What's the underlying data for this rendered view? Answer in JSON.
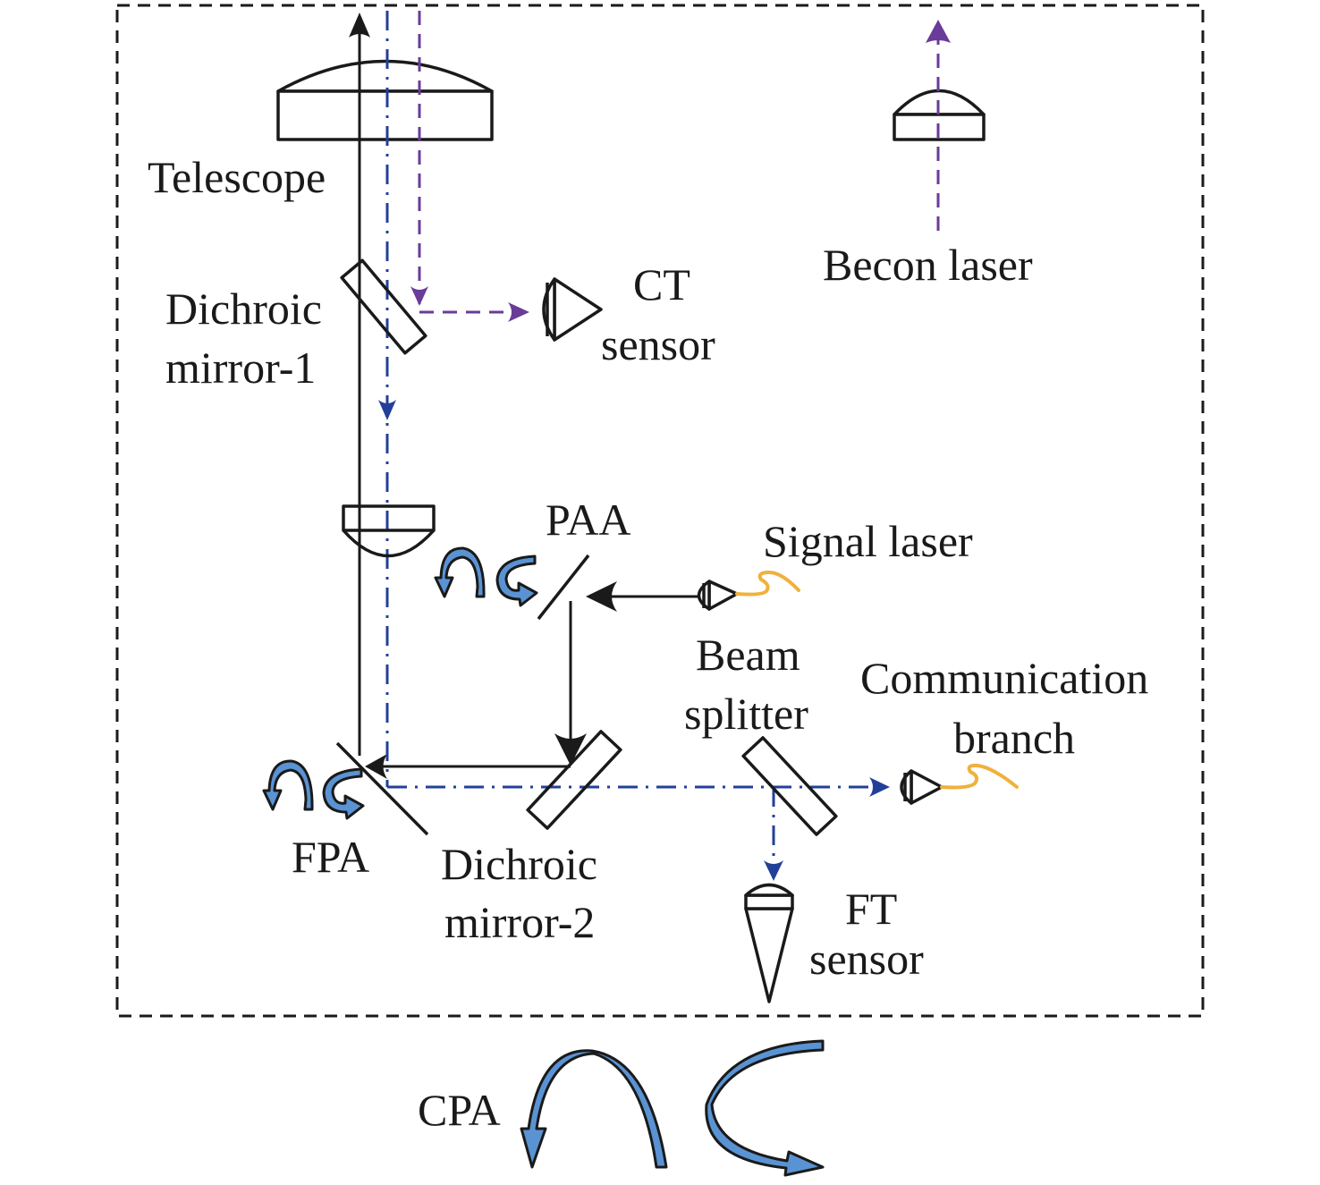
{
  "colors": {
    "black_beam": "#1a1a1a",
    "blue_beam": "#22409a",
    "purple_beam": "#6a3b98",
    "fiber": "#f0b13c",
    "actuator_fill": "#5a93d3"
  },
  "labels": {
    "telescope": "Telescope",
    "dichroic_mirror_1": [
      "Dichroic",
      "mirror-1"
    ],
    "ct_sensor": [
      "CT",
      "sensor"
    ],
    "becon_laser": "Becon laser",
    "paa": "PAA",
    "signal_laser": "Signal laser",
    "beam_splitter": [
      "Beam",
      "splitter"
    ],
    "communication_branch": [
      "Communication",
      "branch"
    ],
    "fpa": "FPA",
    "dichroic_mirror_2": [
      "Dichroic",
      "mirror-2"
    ],
    "ft_sensor": [
      "FT",
      "sensor"
    ],
    "cpa": "CPA"
  },
  "beams": [
    {
      "name": "transmit-beam",
      "style": "solid",
      "color": "black",
      "path": [
        "Signal laser",
        "PAA",
        "Dichroic mirror-2",
        "FPA",
        "Dichroic mirror-1",
        "Telescope",
        "out"
      ]
    },
    {
      "name": "receive-beam",
      "style": "dash-dot",
      "color": "blue",
      "path": [
        "in",
        "Telescope",
        "Dichroic mirror-1",
        "lens",
        "FPA",
        "Dichroic mirror-2",
        "Beam splitter",
        "Communication branch / FT sensor"
      ]
    },
    {
      "name": "beacon-beam",
      "style": "dashed",
      "color": "purple",
      "path": [
        "in",
        "Telescope",
        "Dichroic mirror-1",
        "CT sensor"
      ]
    },
    {
      "name": "beacon-out",
      "style": "dashed",
      "color": "purple",
      "path": [
        "Becon laser",
        "lens",
        "out"
      ]
    }
  ]
}
